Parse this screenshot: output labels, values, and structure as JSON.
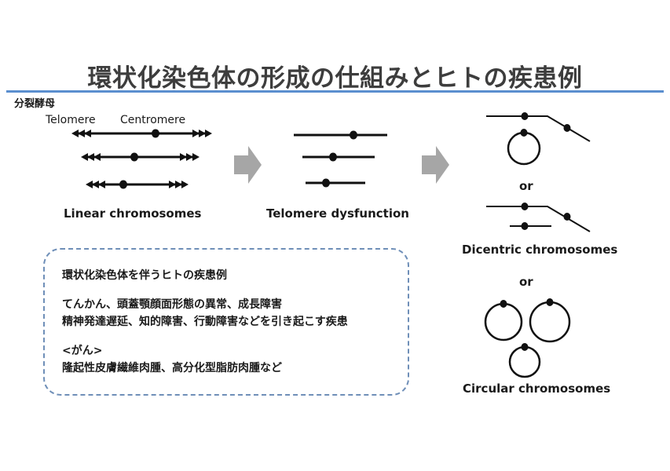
{
  "title": "環状化染色体の形成の仕組みとヒトの疾患例",
  "subtitle": "分裂酵母",
  "labels": {
    "telomere": "Telomere",
    "centromere": "Centromere",
    "linear": "Linear chromosomes",
    "dysfunction": "Telomere dysfunction",
    "or_1": "or",
    "dicentric": "Dicentric  chromosomes",
    "or_2": "or",
    "circular": "Circular chromosomes"
  },
  "note": {
    "heading": "環状化染色体を伴うヒトの疾患例",
    "line_1": "てんかん、頭蓋顎顔面形態の異常、成長障害",
    "line_2": "精神発達遅延、知的障害、行動障害などを引き起こす疾患",
    "line_3": "<がん>",
    "line_4": "隆起性皮膚繊維肉腫、高分化型脂肪肉腫など"
  },
  "colors": {
    "accent_rule": "#5b8fcf",
    "arrow_gray": "#a6a6a6",
    "box_border": "#6f8fb8",
    "ink": "#111111"
  }
}
